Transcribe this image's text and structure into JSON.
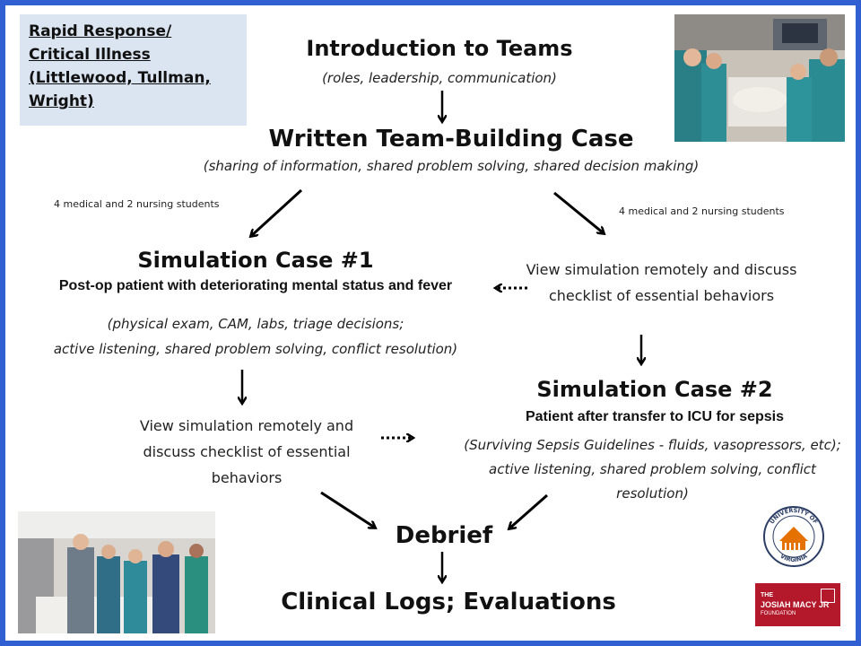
{
  "source_box": {
    "text": "Rapid Response/ Critical Illness (Littlewood, Tullman, Wright)"
  },
  "intro": {
    "title": "Introduction to Teams",
    "subtitle": "(roles, leadership, communication)"
  },
  "written_case": {
    "title": "Written Team-Building Case",
    "subtitle": "(sharing of information, shared problem solving, shared decision making)"
  },
  "left_group_note": "4 medical and 2 nursing students",
  "right_group_note": "4 medical and 2 nursing students",
  "sim1": {
    "title": "Simulation Case #1",
    "headline": "Post-op patient with deteriorating mental status and fever",
    "details_line1": "(physical exam, CAM, labs, triage decisions;",
    "details_line2": "active listening, shared problem solving, conflict resolution)"
  },
  "view_remote_right": "View simulation remotely and discuss checklist of essential behaviors",
  "sim2": {
    "title": "Simulation Case #2",
    "headline": "Patient after transfer to ICU for sepsis",
    "details": "(Surviving Sepsis Guidelines - fluids, vasopressors, etc); active listening, shared problem solving, conflict resolution)"
  },
  "view_remote_left": "View simulation remotely and discuss checklist of essential behaviors",
  "debrief": "Debrief",
  "final": "Clinical Logs; Evaluations",
  "logos": {
    "uva_top": "UNIVERSITY OF",
    "uva_bottom": "VIRGINIA",
    "macy_the": "THE",
    "macy_name": "JOSIAH MACY JR",
    "macy_foundation": "FOUNDATION"
  },
  "colors": {
    "border": "#2f5fd0",
    "source_box_bg": "#dbe5f1",
    "macy_red": "#b3182b",
    "uva_orange": "#e57200"
  }
}
